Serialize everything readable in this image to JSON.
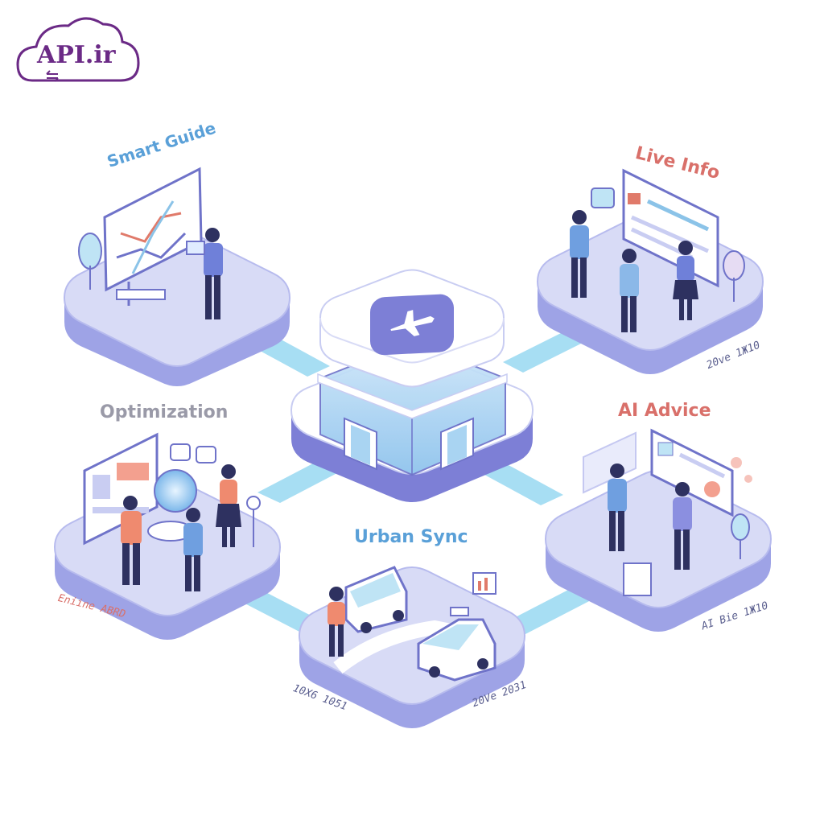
{
  "logo": {
    "text": "API.ir",
    "color": "#6b2a86",
    "icon": "cloud-sync-icon"
  },
  "hub": {
    "icon": "airplane-icon"
  },
  "nodes": {
    "smart_guide": {
      "title": "Smart Guide",
      "color": "#5aa0d8"
    },
    "live_info": {
      "title": "Live Info",
      "color": "#d9706a",
      "caption": "20ve 1Ж10"
    },
    "optimization": {
      "title": "Optimization",
      "color": "#9a9aa8",
      "caption": "Eniine ABRD"
    },
    "ai_advice": {
      "title": "AI Advice",
      "color": "#d9706a",
      "caption": "AI Bie 1Ж10"
    },
    "urban_sync": {
      "title": "Urban Sync",
      "color": "#5aa0d8",
      "caption_left": "10X6 1051",
      "caption_right": "20Ve 2031"
    }
  },
  "colors": {
    "platform_top": "#d8dbf6",
    "platform_side": "#9ea3e6",
    "connector": "#a7def3",
    "hub_glass": "#a9d4f2",
    "hub_icon_bg": "#7d7fd6"
  }
}
